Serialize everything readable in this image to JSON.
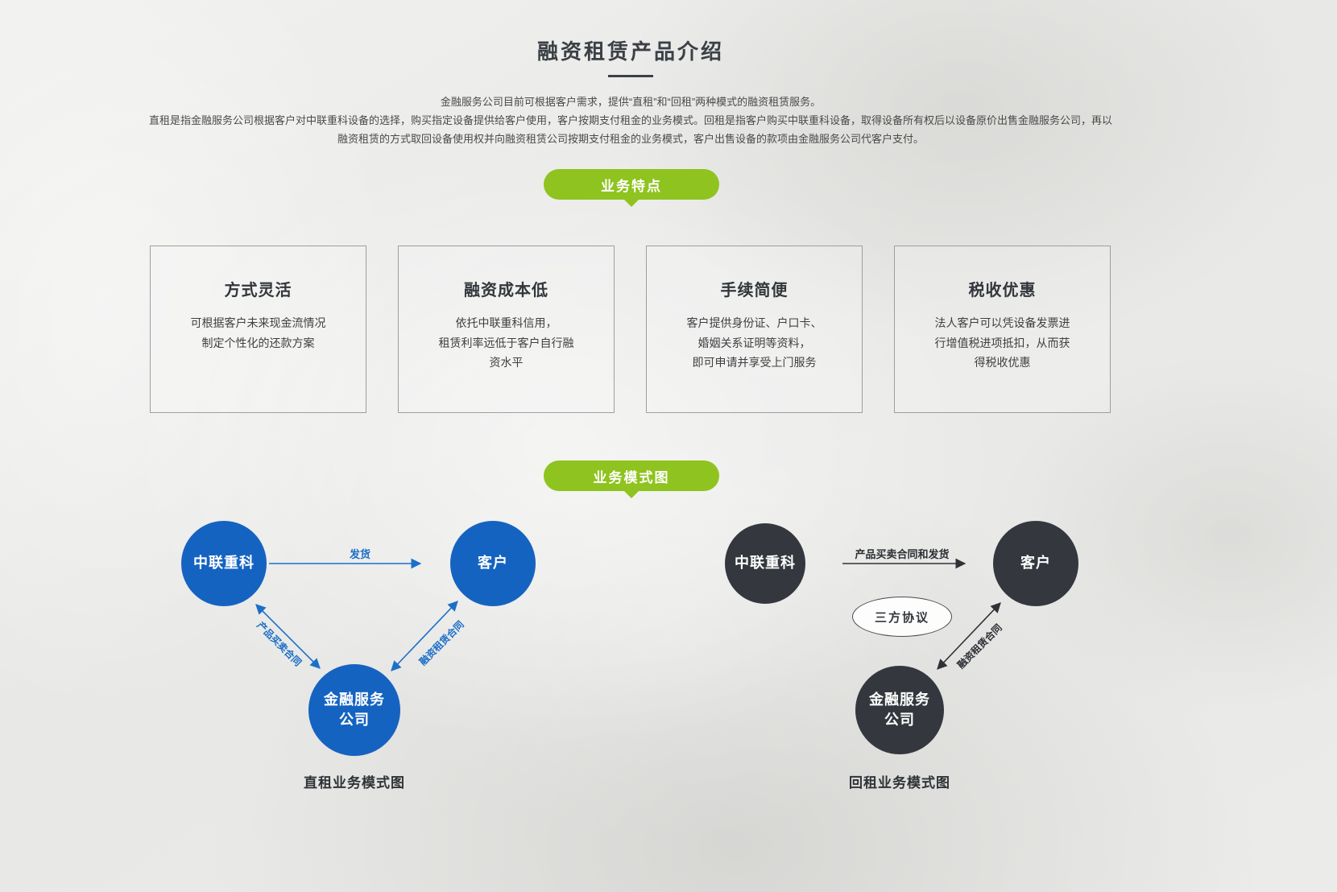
{
  "colors": {
    "accent_green": "#8fc31f",
    "circle_blue": "#1563c1",
    "circle_dark": "#34383e",
    "arrow_blue": "#1c6fc8",
    "arrow_dark": "#2e3237",
    "title_text": "#3b4046"
  },
  "header": {
    "title": "融资租赁产品介绍",
    "intro_line1": "金融服务公司目前可根据客户需求，提供“直租”和“回租”两种模式的融资租赁服务。",
    "intro_line2": "直租是指金融服务公司根据客户对中联重科设备的选择，购买指定设备提供给客户使用，客户按期支付租金的业务模式。回租是指客户购买中联重科设备，取得设备所有权后以设备原价出售金融服务公司，再以融资租赁的方式取回设备使用权并向融资租赁公司按期支付租金的业务模式，客户出售设备的款项由金融服务公司代客户支付。"
  },
  "badges": {
    "features": "业务特点",
    "model": "业务模式图"
  },
  "features": [
    {
      "title": "方式灵活",
      "desc": "可根据客户未来现金流情况\n制定个性化的还款方案"
    },
    {
      "title": "融资成本低",
      "desc": "依托中联重科信用，\n租赁利率远低于客户自行融\n资水平"
    },
    {
      "title": "手续简便",
      "desc": "客户提供身份证、户口卡、\n婚姻关系证明等资料，\n即可申请并享受上门服务"
    },
    {
      "title": "税收优惠",
      "desc": "法人客户可以凭设备发票进\n行增值税进项抵扣，从而获\n得税收优惠"
    }
  ],
  "diagrams": {
    "direct": {
      "caption": "直租业务模式图",
      "nodes": {
        "manufacturer": "中联重科",
        "customer": "客户",
        "finance": "金融服务\n公司"
      },
      "edges": {
        "delivery": "发货",
        "purchase_contract": "产品买卖合同",
        "lease_contract": "融资租赁合同"
      }
    },
    "leaseback": {
      "caption": "回租业务模式图",
      "nodes": {
        "manufacturer": "中联重科",
        "customer": "客户",
        "finance": "金融服务\n公司"
      },
      "edges": {
        "purchase_delivery": "产品买卖合同和发货",
        "tripartite_agreement": "三方协议",
        "lease_contract": "融资租赁合同"
      }
    }
  }
}
